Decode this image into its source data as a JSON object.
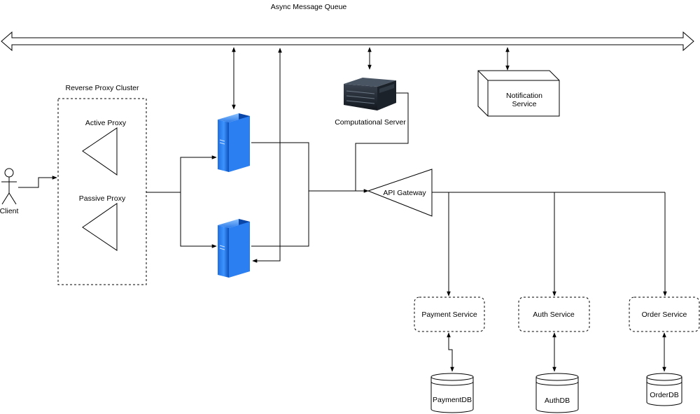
{
  "diagram": {
    "queue_label": "Async Message Queue",
    "proxy_cluster_label": "Reverse Proxy Cluster",
    "active_proxy_label": "Active Proxy",
    "passive_proxy_label": "Passive Proxy",
    "client_label": "Client",
    "computational_server_label": "Computational Server",
    "notification_service_label_line1": "Notification",
    "notification_service_label_line2": "Service",
    "api_gateway_label": "API Gateway",
    "payment_service_label": "Payment Service",
    "auth_service_label": "Auth Service",
    "order_service_label": "Order Service",
    "payment_db_label": "PaymentDB",
    "auth_db_label": "AuthDB",
    "order_db_label": "OrderDB"
  },
  "icons": {
    "client": "person-icon",
    "server": "server-icon",
    "computational_server": "server-rack-icon",
    "database": "database-cylinder-icon",
    "proxy": "triangle-icon"
  }
}
